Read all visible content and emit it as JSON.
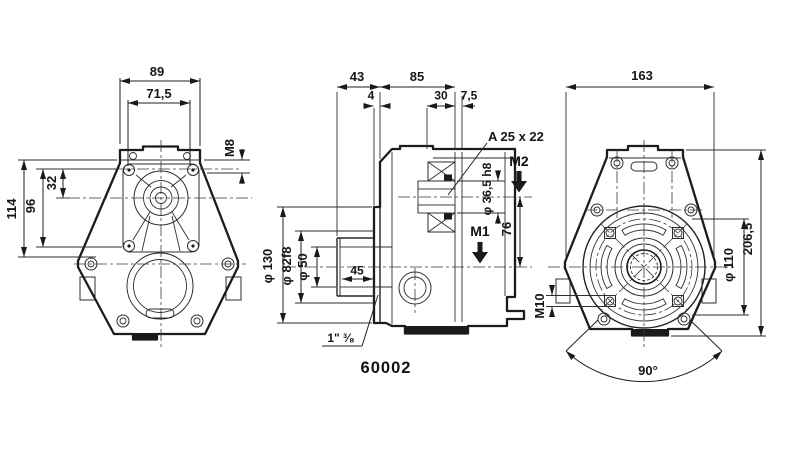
{
  "drawing": {
    "part_number": "60002",
    "front_view": {
      "dim_width_outer": "89",
      "dim_width_inner": "71,5",
      "thread_top": "M8",
      "dim_offset_center": "32",
      "dim_height_inner": "96",
      "dim_height_outer": "114"
    },
    "section_view": {
      "dim_hub_to_flange": "43",
      "dim_body_depth": "85",
      "dim_flange_thickness": "4",
      "dim_port_offset": "30",
      "dim_rear_offset": "7,5",
      "spline_spec": "A 25 x 22",
      "port_label_m2": "M2",
      "dim_shaft_bore": "φ 36,5 h8",
      "dim_center_distance": "76",
      "port_label_m1": "M1",
      "dim_flange_dia": "φ 130",
      "dim_pilot_dia": "φ 82f8",
      "dim_bore_dia": "φ 50",
      "dim_bore_depth": "45",
      "thread_spec": "1\" ³⁄₈"
    },
    "rear_view": {
      "dim_width": "163",
      "dim_height": "206,5",
      "dim_bolt_circle": "φ 110",
      "bolt_thread": "M10",
      "dim_angle": "90°"
    }
  }
}
